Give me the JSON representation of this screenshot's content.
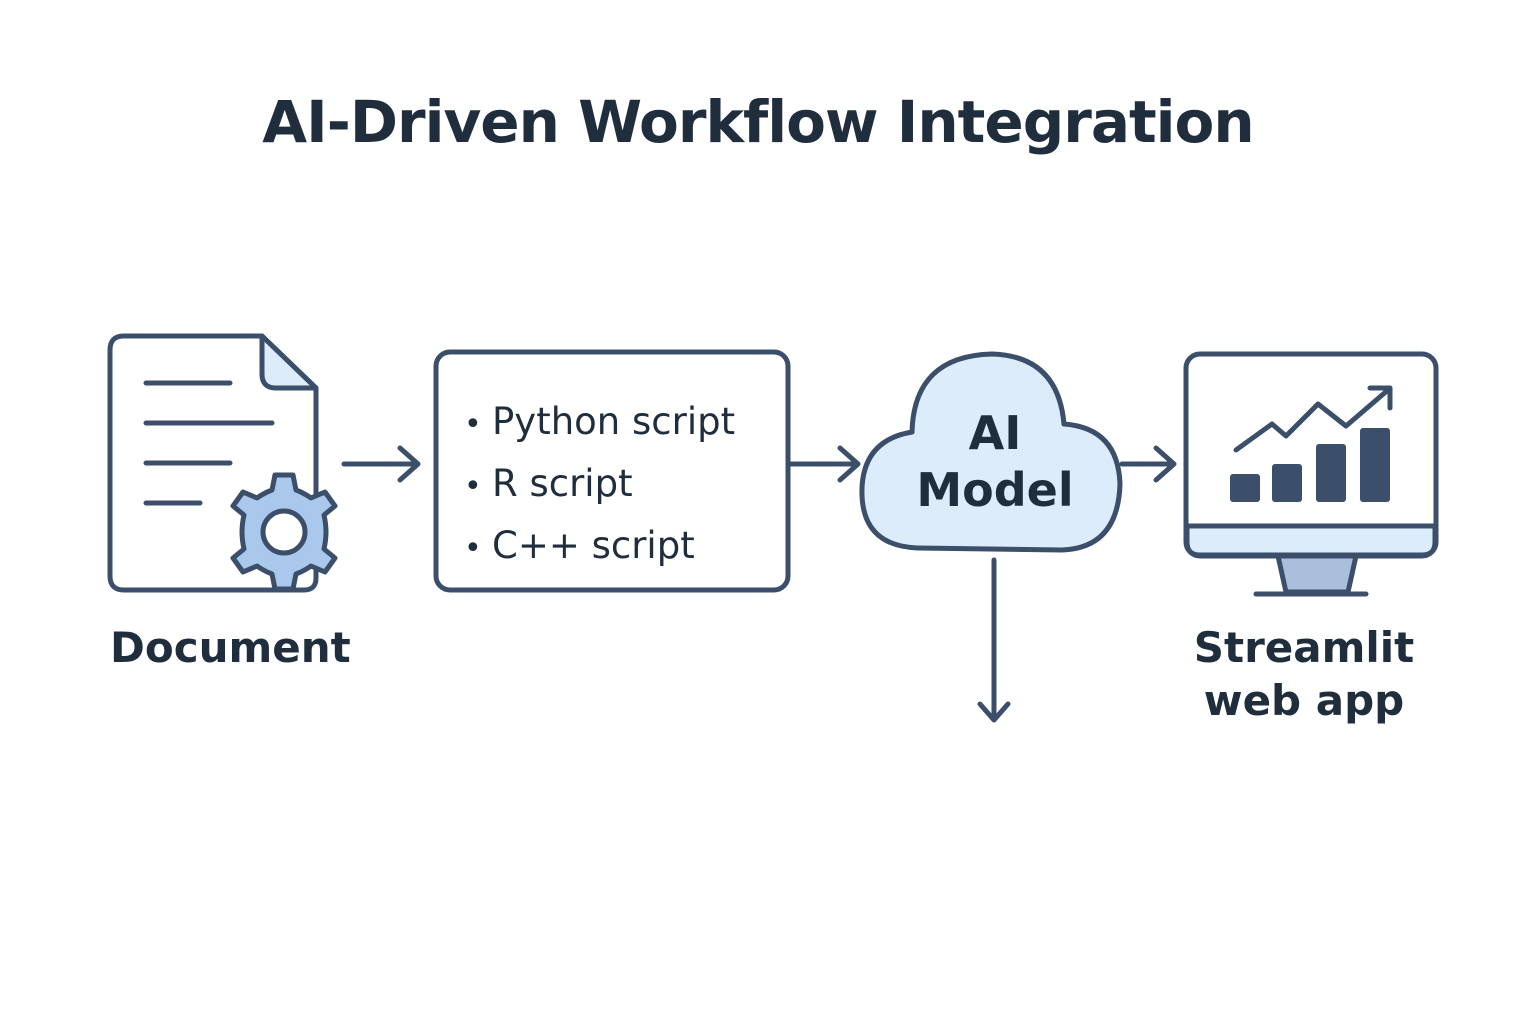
{
  "title": "AI-Driven Workflow Integration",
  "nodes": {
    "document": {
      "label": "Document"
    },
    "scripts": {
      "items": [
        "Python script",
        "R script",
        "C++ script"
      ]
    },
    "ai_model": {
      "line1": "AI",
      "line2": "Model"
    },
    "web_app": {
      "line1": "Streamlit",
      "line2": "web app"
    }
  },
  "icons": {
    "document": "document-gear-icon",
    "model": "cloud-icon",
    "web_app": "monitor-chart-icon"
  },
  "colors": {
    "stroke": "#3b4f6b",
    "accent_fill": "#dcecfb",
    "gear_fill": "#a9c8ec",
    "stand_fill": "#a9bfdc",
    "text": "#1f2d3d"
  }
}
